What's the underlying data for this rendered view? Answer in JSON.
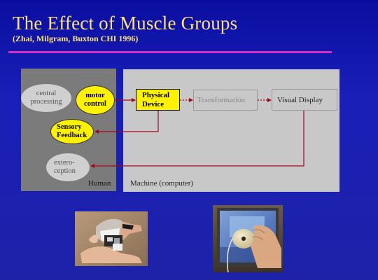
{
  "slide": {
    "title": "The Effect of Muscle Groups",
    "subtitle": "(Zhai, Milgram, Buxton CHI 1996)"
  },
  "diagram": {
    "human_label": "Human",
    "machine_label": "Machine (computer)",
    "central_processing": [
      "central",
      "processing"
    ],
    "motor_control": [
      "motor",
      "control"
    ],
    "sensory_feedback": [
      "Sensory",
      "Feedback"
    ],
    "exteroception": [
      "extero-",
      "ception"
    ],
    "physical_device": [
      "Physical",
      "Device"
    ],
    "transformation": "Transformation",
    "visual_display": "Visual Display"
  },
  "colors": {
    "title": "#ffe27a",
    "rule": "#d42fc0",
    "highlight": "#fff200",
    "arrow": "#a0081c"
  }
}
